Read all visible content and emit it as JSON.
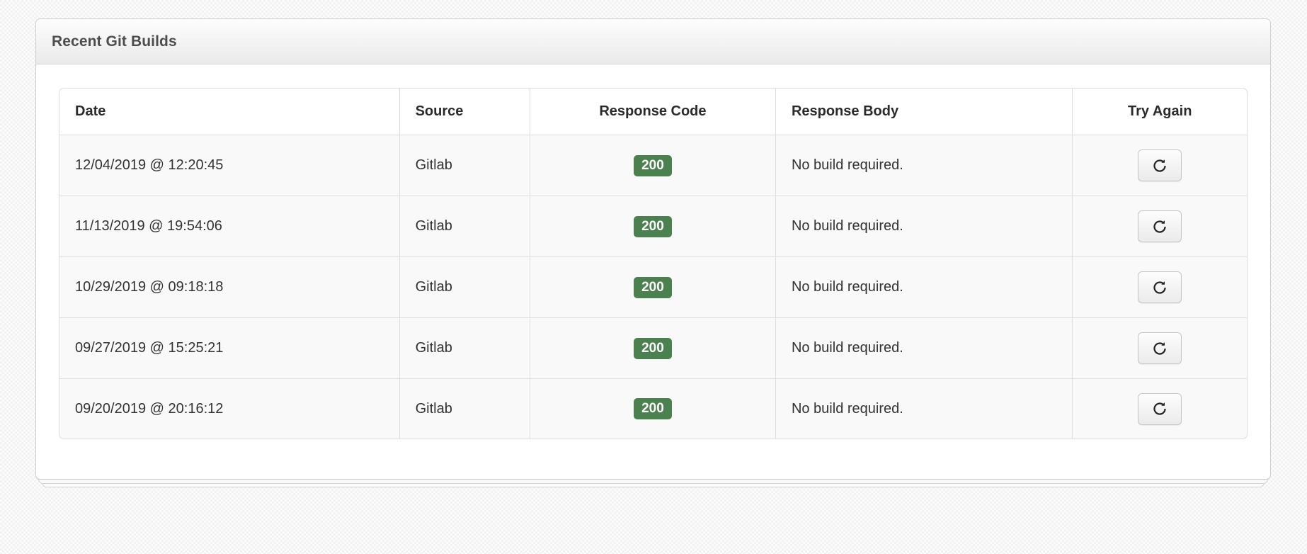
{
  "panel": {
    "title": "Recent Git Builds"
  },
  "table": {
    "columns": [
      {
        "key": "date",
        "label": "Date"
      },
      {
        "key": "source",
        "label": "Source"
      },
      {
        "key": "response_code",
        "label": "Response Code"
      },
      {
        "key": "response_body",
        "label": "Response Body"
      },
      {
        "key": "try_again",
        "label": "Try Again"
      }
    ],
    "rows": [
      {
        "date": "12/04/2019 @ 12:20:45",
        "source": "Gitlab",
        "response_code": "200",
        "response_body": "No build required.",
        "retry_icon": "refresh-icon"
      },
      {
        "date": "11/13/2019 @ 19:54:06",
        "source": "Gitlab",
        "response_code": "200",
        "response_body": "No build required.",
        "retry_icon": "refresh-icon"
      },
      {
        "date": "10/29/2019 @ 09:18:18",
        "source": "Gitlab",
        "response_code": "200",
        "response_body": "No build required.",
        "retry_icon": "refresh-icon"
      },
      {
        "date": "09/27/2019 @ 15:25:21",
        "source": "Gitlab",
        "response_code": "200",
        "response_body": "No build required.",
        "retry_icon": "refresh-icon"
      },
      {
        "date": "09/20/2019 @ 20:16:12",
        "source": "Gitlab",
        "response_code": "200",
        "response_body": "No build required.",
        "retry_icon": "refresh-icon"
      }
    ]
  },
  "colors": {
    "badge_success": "#4b814e",
    "badge_text": "#ffffff",
    "panel_border": "#cfcfcf",
    "table_border": "#dedede",
    "row_background": "#f9f9f9",
    "page_background": "#f2f2f2"
  }
}
